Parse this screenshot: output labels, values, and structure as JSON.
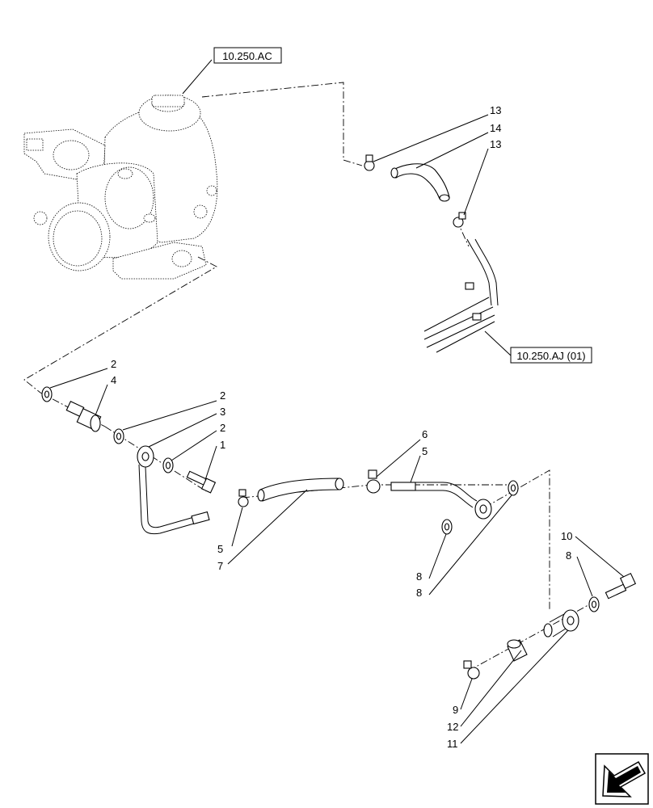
{
  "references": {
    "turbo": "10.250.AC",
    "pipe": "10.250.AJ (01)"
  },
  "callouts": {
    "c13a": "13",
    "c14": "14",
    "c13b": "13",
    "c2a": "2",
    "c4": "4",
    "c2b": "2",
    "c3": "3",
    "c2c": "2",
    "c1": "1",
    "c6": "6",
    "c5a": "5",
    "c5b": "5",
    "c7": "7",
    "c8a": "8",
    "c8b": "8",
    "c10": "10",
    "c8c": "8",
    "c9": "9",
    "c12": "12",
    "c11": "11"
  },
  "icons": {
    "nav": "next-page-arrow-icon"
  }
}
